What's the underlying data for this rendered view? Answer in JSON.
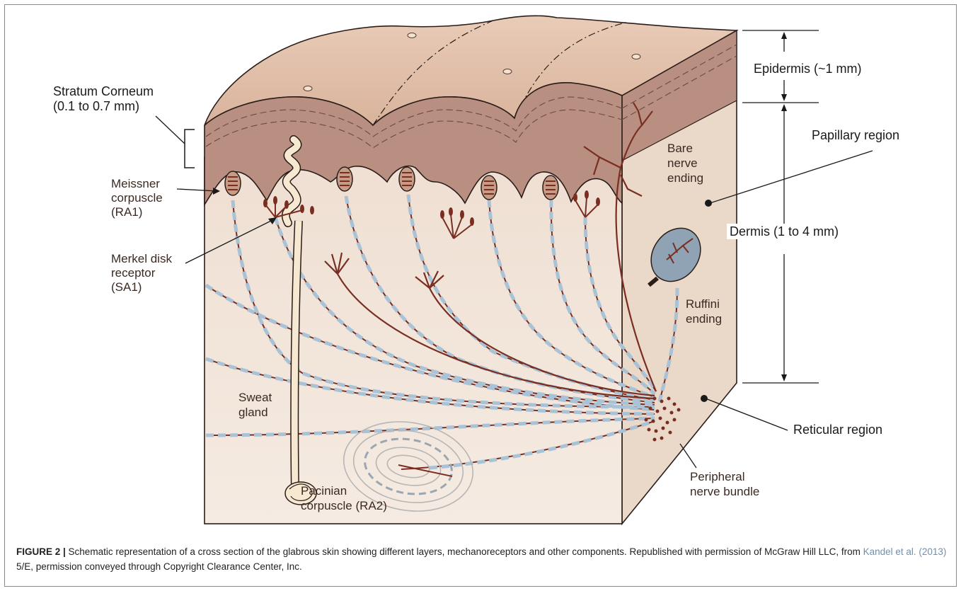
{
  "labels": {
    "stratum_corneum_1": "Stratum Corneum",
    "stratum_corneum_2": "(0.1 to 0.7 mm)",
    "epidermis": "Epidermis (~1 mm)",
    "papillary_region": "Papillary region",
    "dermis": "Dermis  (1 to 4 mm)",
    "reticular_region": "Reticular region",
    "meissner_1": "Meissner",
    "meissner_2": "corpuscle",
    "meissner_3": "(RA1)",
    "merkel_1": "Merkel disk",
    "merkel_2": "receptor",
    "merkel_3": "(SA1)",
    "bare_1": "Bare",
    "bare_2": "nerve",
    "bare_3": "ending",
    "ruffini_1": "Ruffini",
    "ruffini_2": "ending",
    "sweat_1": "Sweat",
    "sweat_2": "gland",
    "pacinian_1": "Pacinian",
    "pacinian_2": "corpuscle (RA2)",
    "peripheral_1": "Peripheral",
    "peripheral_2": "nerve bundle"
  },
  "caption": {
    "figure_label": "FIGURE 2 |",
    "text_1": " Schematic representation of a cross section of the glabrous skin showing different layers, mechanoreceptors and other components. Republished with permission of McGraw Hill LLC, from ",
    "citation": "Kandel et al. (2013)",
    "text_2": " 5/E, permission conveyed through Copyright Clearance Center, Inc."
  },
  "colors": {
    "epidermis_top": "#e2c0aa",
    "epidermis_layer": "#b88f80",
    "dermis_front": "#f2e4d8",
    "dermis_side": "#e9d6c6",
    "nerve_fiber": "#7a2e22",
    "myelin": "#a9c2d6",
    "sweat_gland": "#f7e8d2",
    "outline": "#2a1d18"
  },
  "icons": [
    "meissner-corpuscle-icon",
    "merkel-disk-icon",
    "pacinian-corpuscle-icon",
    "ruffini-ending-icon",
    "sweat-gland-icon",
    "nerve-bundle-icon"
  ]
}
